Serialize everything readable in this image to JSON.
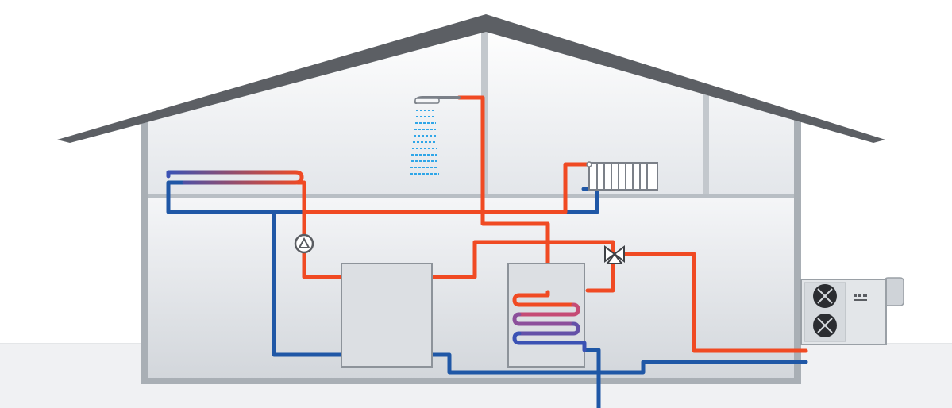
{
  "diagram": {
    "type": "heat-pump-system-schematic",
    "text_labels": [],
    "colors": {
      "supply_hot": "#f04a23",
      "return_cold": "#1f57a6",
      "house_wall": "#a4aab0",
      "roof": "#5a5d62",
      "interior_top": "#eef0f3",
      "interior_bottom": "#d3d7dc",
      "tank_fill": "#dcdfe3",
      "shower_water": "#2fa6e8",
      "outdoor_unit": "#e2e5e8"
    },
    "components": [
      {
        "id": "underfloor-heating-loop",
        "icon": "heating-coil-icon"
      },
      {
        "id": "circulation-pump",
        "icon": "pump-icon"
      },
      {
        "id": "buffer-tank",
        "icon": "tank-icon"
      },
      {
        "id": "hot-water-cylinder",
        "icon": "cylinder-with-coil-icon"
      },
      {
        "id": "shower",
        "icon": "shower-icon"
      },
      {
        "id": "radiator",
        "icon": "radiator-icon"
      },
      {
        "id": "three-way-valve",
        "icon": "valve-icon"
      },
      {
        "id": "outdoor-heat-pump-unit",
        "icon": "twin-fan-unit-icon"
      }
    ]
  }
}
